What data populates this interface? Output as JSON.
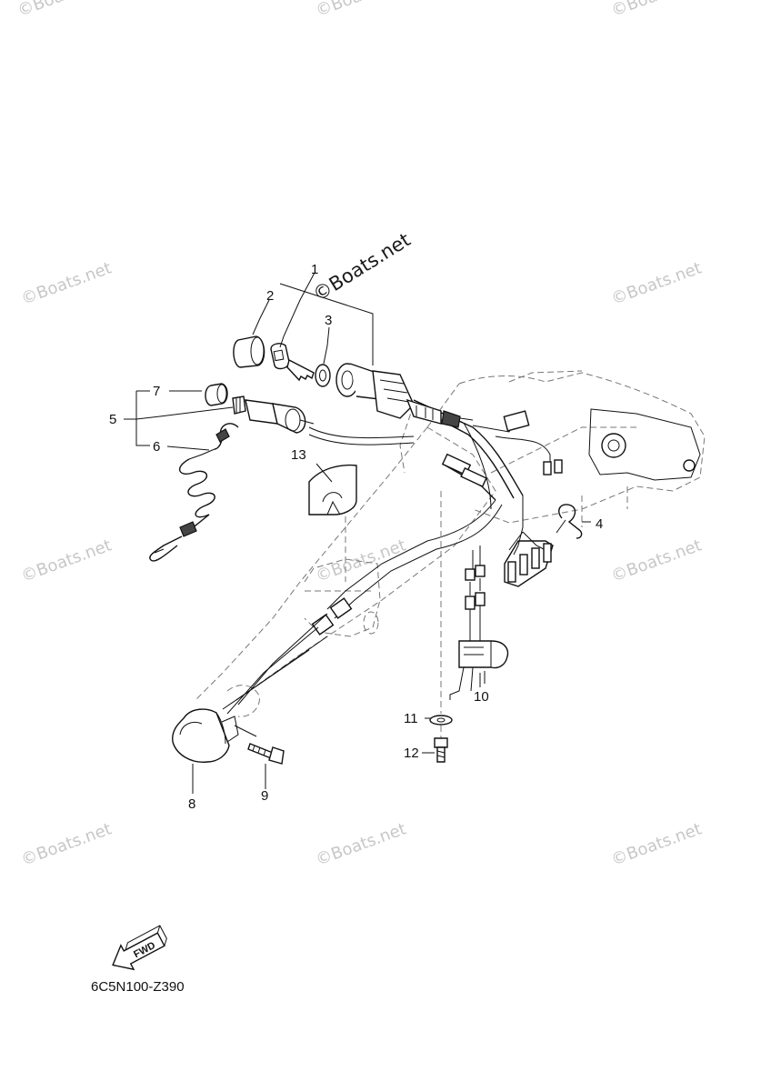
{
  "watermark": {
    "text": "Boats.net",
    "symbol": "©",
    "main_text": "©Boats.net"
  },
  "callouts": [
    {
      "id": "c1",
      "label": "1"
    },
    {
      "id": "c2",
      "label": "2"
    },
    {
      "id": "c3",
      "label": "3"
    },
    {
      "id": "c4",
      "label": "4"
    },
    {
      "id": "c5",
      "label": "5"
    },
    {
      "id": "c6",
      "label": "6"
    },
    {
      "id": "c7",
      "label": "7"
    },
    {
      "id": "c8",
      "label": "8"
    },
    {
      "id": "c9",
      "label": "9"
    },
    {
      "id": "c10",
      "label": "10"
    },
    {
      "id": "c11",
      "label": "11"
    },
    {
      "id": "c12",
      "label": "12"
    },
    {
      "id": "c13",
      "label": "13"
    }
  ],
  "fwd_arrow": {
    "label": "FWD"
  },
  "diagram_code": "6C5N100-Z390",
  "colors": {
    "line": "#111111",
    "watermark": "#c7c7c7",
    "background": "#ffffff"
  }
}
